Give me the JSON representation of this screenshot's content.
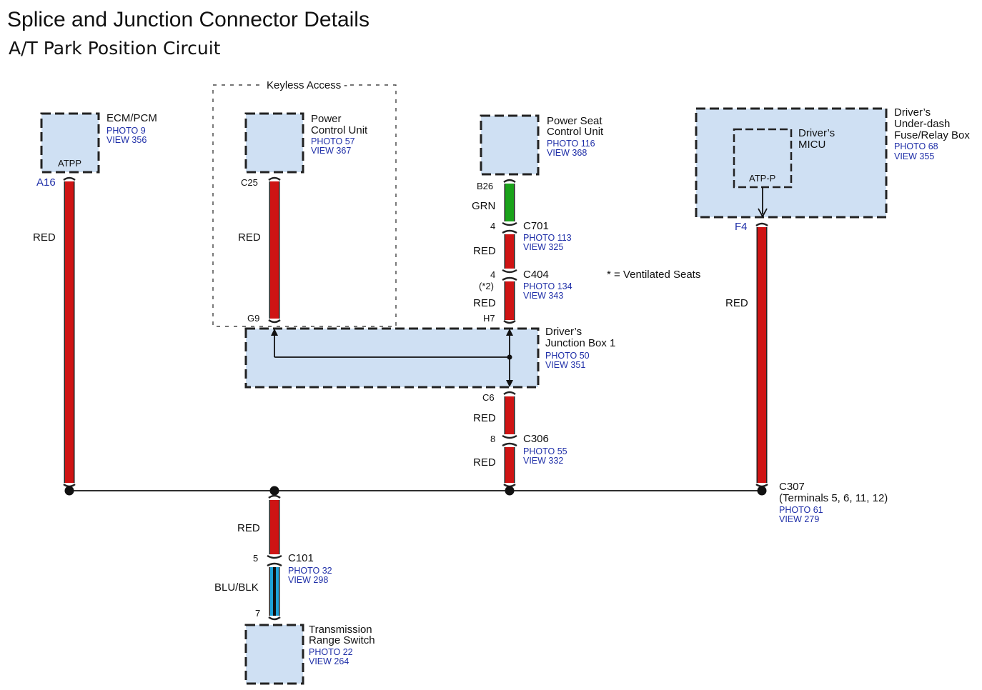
{
  "page": {
    "title": "Splice and Junction Connector Details",
    "subtitle": "A/T Park Position Circuit"
  },
  "colors": {
    "red": "#cf1414",
    "green": "#1aa21a",
    "blue_blk_outer": "#1ea2d8",
    "box_fill": "#cfe0f3",
    "link_blue": "#1f2fa8"
  },
  "legend": {
    "note": "* =  Ventilated Seats"
  },
  "components": {
    "ecm": {
      "name_line1": "ECM/PCM",
      "photo": "PHOTO 9",
      "view": "VIEW 356",
      "terminal": "ATPP",
      "pin": "A16"
    },
    "pcu": {
      "group": "Keyless Access",
      "name_line1": "Power",
      "name_line2": "Control Unit",
      "photo": "PHOTO 57",
      "view": "VIEW 367",
      "pin_top": "C25",
      "pin_bottom": "G9"
    },
    "pscu": {
      "name_line1": "Power Seat",
      "name_line2": "Control Unit",
      "photo": "PHOTO 116",
      "view": "VIEW 368",
      "pin": "B26"
    },
    "fuse_box": {
      "name_line1": "Driver’s",
      "name_line2": "Under-dash",
      "name_line3": "Fuse/Relay Box",
      "photo": "PHOTO 68",
      "view": "VIEW 355",
      "pin": "F4"
    },
    "micu": {
      "name_line1": "Driver’s",
      "name_line2": "MICU",
      "terminal": "ATP-P"
    },
    "jbox": {
      "name_line1": "Driver’s",
      "name_line2": "Junction Box 1",
      "photo": "PHOTO 50",
      "view": "VIEW 351",
      "pin_top": "H7",
      "pin_bottom": "C6"
    },
    "trs": {
      "name_line1": "Transmission",
      "name_line2": "Range Switch",
      "photo": "PHOTO 22",
      "view": "VIEW 264"
    }
  },
  "connectors": {
    "c701": {
      "id": "C701",
      "pin": "4",
      "photo": "PHOTO 113",
      "view": "VIEW 325"
    },
    "c404": {
      "id": "C404",
      "pin": "4",
      "extra": "(*2)",
      "photo": "PHOTO 134",
      "view": "VIEW 343"
    },
    "c306": {
      "id": "C306",
      "pin": "8",
      "photo": "PHOTO 55",
      "view": "VIEW 332"
    },
    "c307": {
      "id": "C307",
      "terminals": "(Terminals 5, 6, 11, 12)",
      "photo": "PHOTO 61",
      "view": "VIEW 279"
    },
    "c101": {
      "id": "C101",
      "pin_top": "5",
      "pin_bottom": "7",
      "photo": "PHOTO 32",
      "view": "VIEW 298"
    }
  },
  "wires": {
    "ecm_red": "RED",
    "pcu_red": "RED",
    "pscu_grn": "GRN",
    "c701_red": "RED",
    "c404_red": "RED",
    "c6_red": "RED",
    "c306_red": "RED",
    "f4_red": "RED",
    "trs_red": "RED",
    "trs_blublk": "BLU/BLK"
  }
}
